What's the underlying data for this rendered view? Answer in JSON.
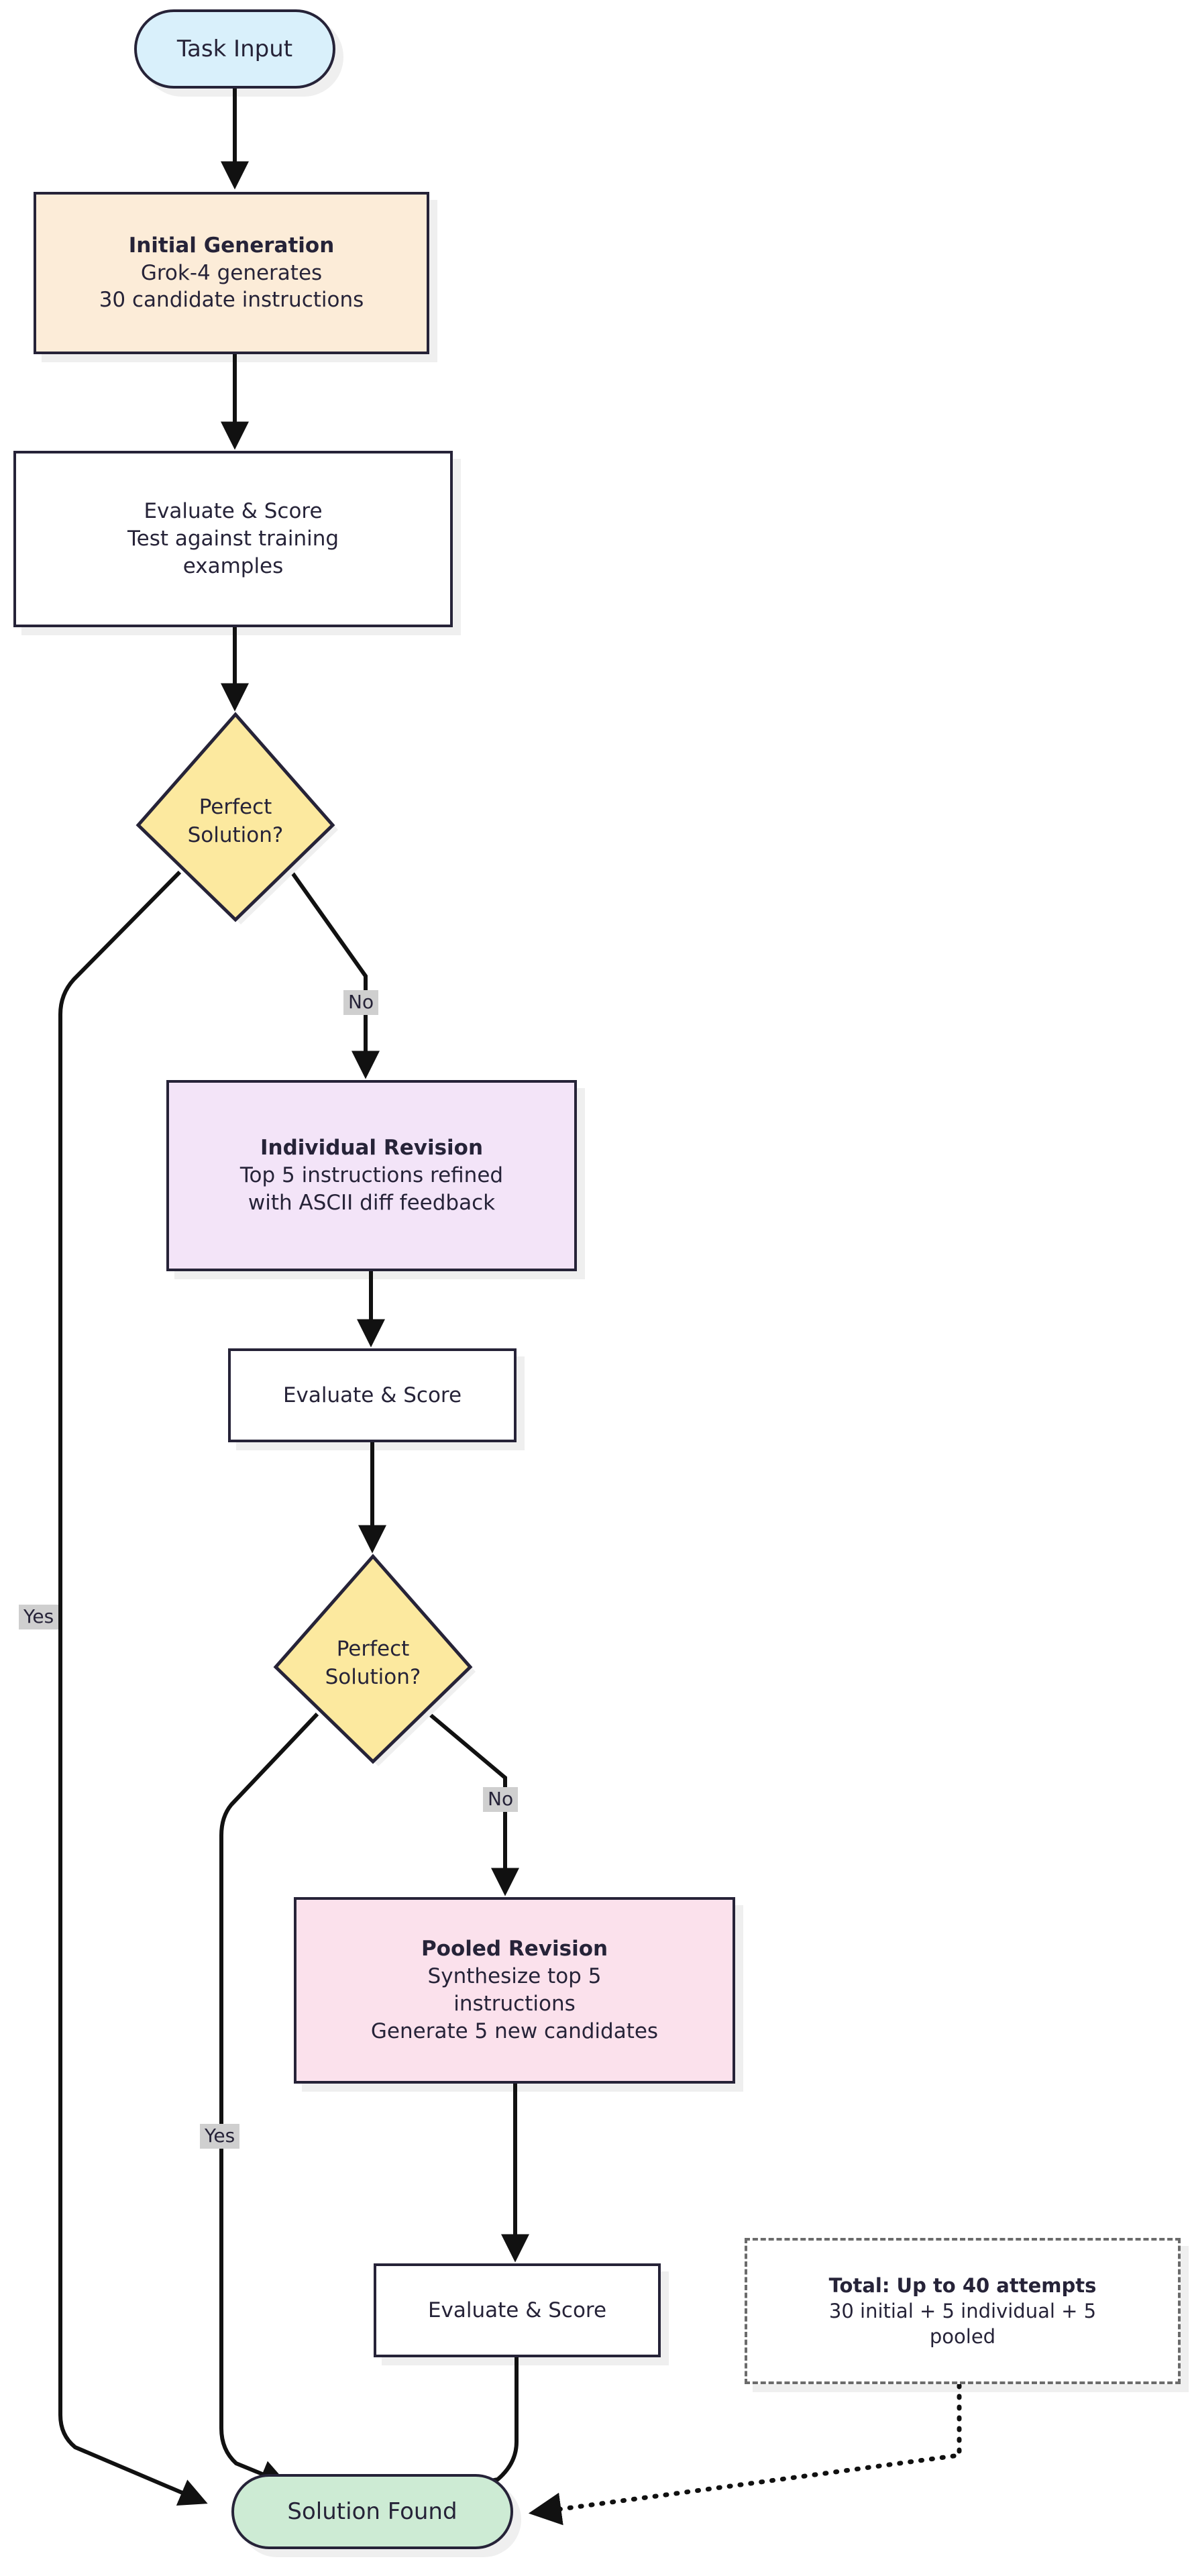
{
  "diagram": {
    "type": "flowchart",
    "title": "Grok-4 iterative instruction search flowchart",
    "orientation": "top-to-bottom",
    "colors": {
      "stroke": "#262338",
      "start_fill": "#d9f0fb",
      "generation_fill": "#fcecd8",
      "process_fill": "#ffffff",
      "decision_fill": "#fce99f",
      "individual_fill": "#f3e4f8",
      "pooled_fill": "#fbe1ec",
      "end_fill": "#cdebd4",
      "note_border": "#6b6b6b",
      "edge_label_bg": "#cfcfcf",
      "shadow": "#efefef"
    }
  },
  "nodes": {
    "task_input": {
      "label": "Task Input",
      "shape": "stadium"
    },
    "initial_generation": {
      "title": "Initial Generation",
      "line2": "Grok-4 generates",
      "line3": "30 candidate instructions",
      "shape": "rect"
    },
    "evaluate_score_1": {
      "line1": "Evaluate & Score",
      "line2": "Test against training",
      "line3": "examples",
      "shape": "rect"
    },
    "decision_1": {
      "line1": "Perfect",
      "line2": "Solution?",
      "shape": "diamond"
    },
    "individual_revision": {
      "title": "Individual Revision",
      "line2": "Top 5 instructions refined",
      "line3": "with ASCII diff feedback",
      "shape": "rect"
    },
    "evaluate_score_2": {
      "line1": "Evaluate & Score",
      "shape": "rect"
    },
    "decision_2": {
      "line1": "Perfect",
      "line2": "Solution?",
      "shape": "diamond"
    },
    "pooled_revision": {
      "title": "Pooled Revision",
      "line2": "Synthesize top 5",
      "line3": "instructions",
      "line4": "Generate 5 new candidates",
      "shape": "rect"
    },
    "evaluate_score_3": {
      "line1": "Evaluate & Score",
      "shape": "rect"
    },
    "solution_found": {
      "label": "Solution Found",
      "shape": "stadium"
    },
    "total_note": {
      "title": "Total: Up to 40 attempts",
      "line2": "30 initial + 5 individual + 5",
      "line3": "pooled",
      "shape": "dashed-rect"
    }
  },
  "edges": {
    "no_1": "No",
    "yes_1": "Yes",
    "no_2": "No",
    "yes_2": "Yes"
  }
}
